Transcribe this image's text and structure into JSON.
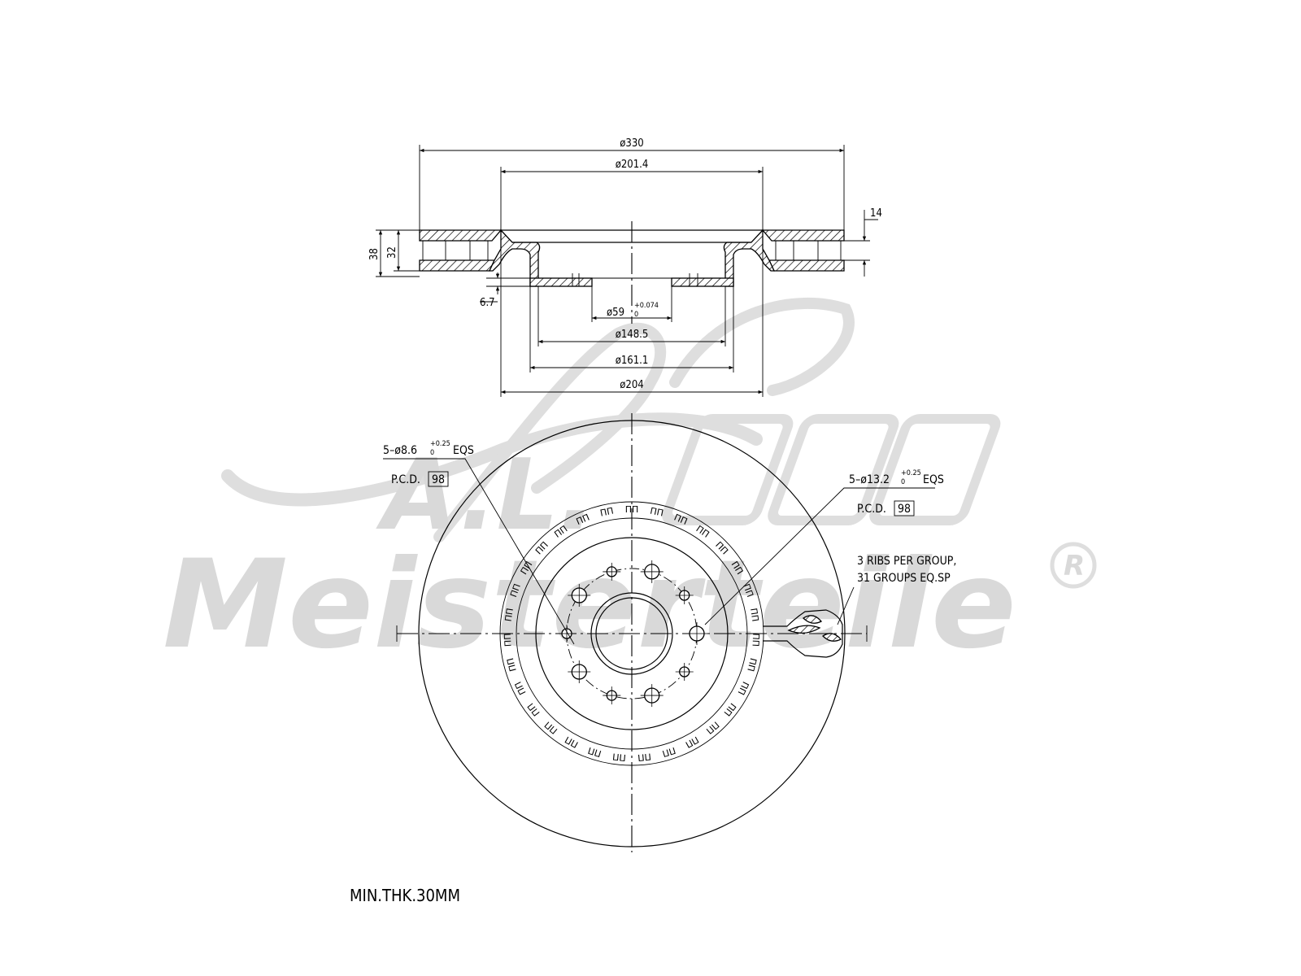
{
  "watermark": {
    "brand_text": "Meisterteile",
    "initials": "A.L.",
    "registered_mark": "R",
    "color": "#d9d9d9"
  },
  "section_view": {
    "dims": {
      "outer_diameter": "ø330",
      "hat_outer_diameter": "ø201.4",
      "overall_height": "38",
      "disc_thickness": "32",
      "friction_ring_offset": "14",
      "hat_face_thickness": "6.7",
      "center_bore_value": "ø59",
      "center_bore_tol_upper": "+0.074",
      "center_bore_tol_lower": "0",
      "hat_inner_diameter": "ø148.5",
      "hat_mid_diameter": "ø161.1",
      "hat_base_diameter": "ø204"
    }
  },
  "plan_view": {
    "callout_left": {
      "line1_prefix": "5–ø8.6",
      "tol_upper": "+0.25",
      "tol_lower": "0",
      "line1_suffix": "EQS",
      "pcd_label": "P.C.D.",
      "pcd_value": "98"
    },
    "callout_right": {
      "line1_prefix": "5–ø13.2",
      "tol_upper": "+0.25",
      "tol_lower": "0",
      "line1_suffix": "EQS",
      "pcd_label": "P.C.D.",
      "pcd_value": "98"
    },
    "ribs_note": {
      "line1": "3 RIBS PER GROUP,",
      "line2": "31 GROUPS EQ.SP"
    },
    "min_thickness_note": "MIN.THK.30MM"
  }
}
